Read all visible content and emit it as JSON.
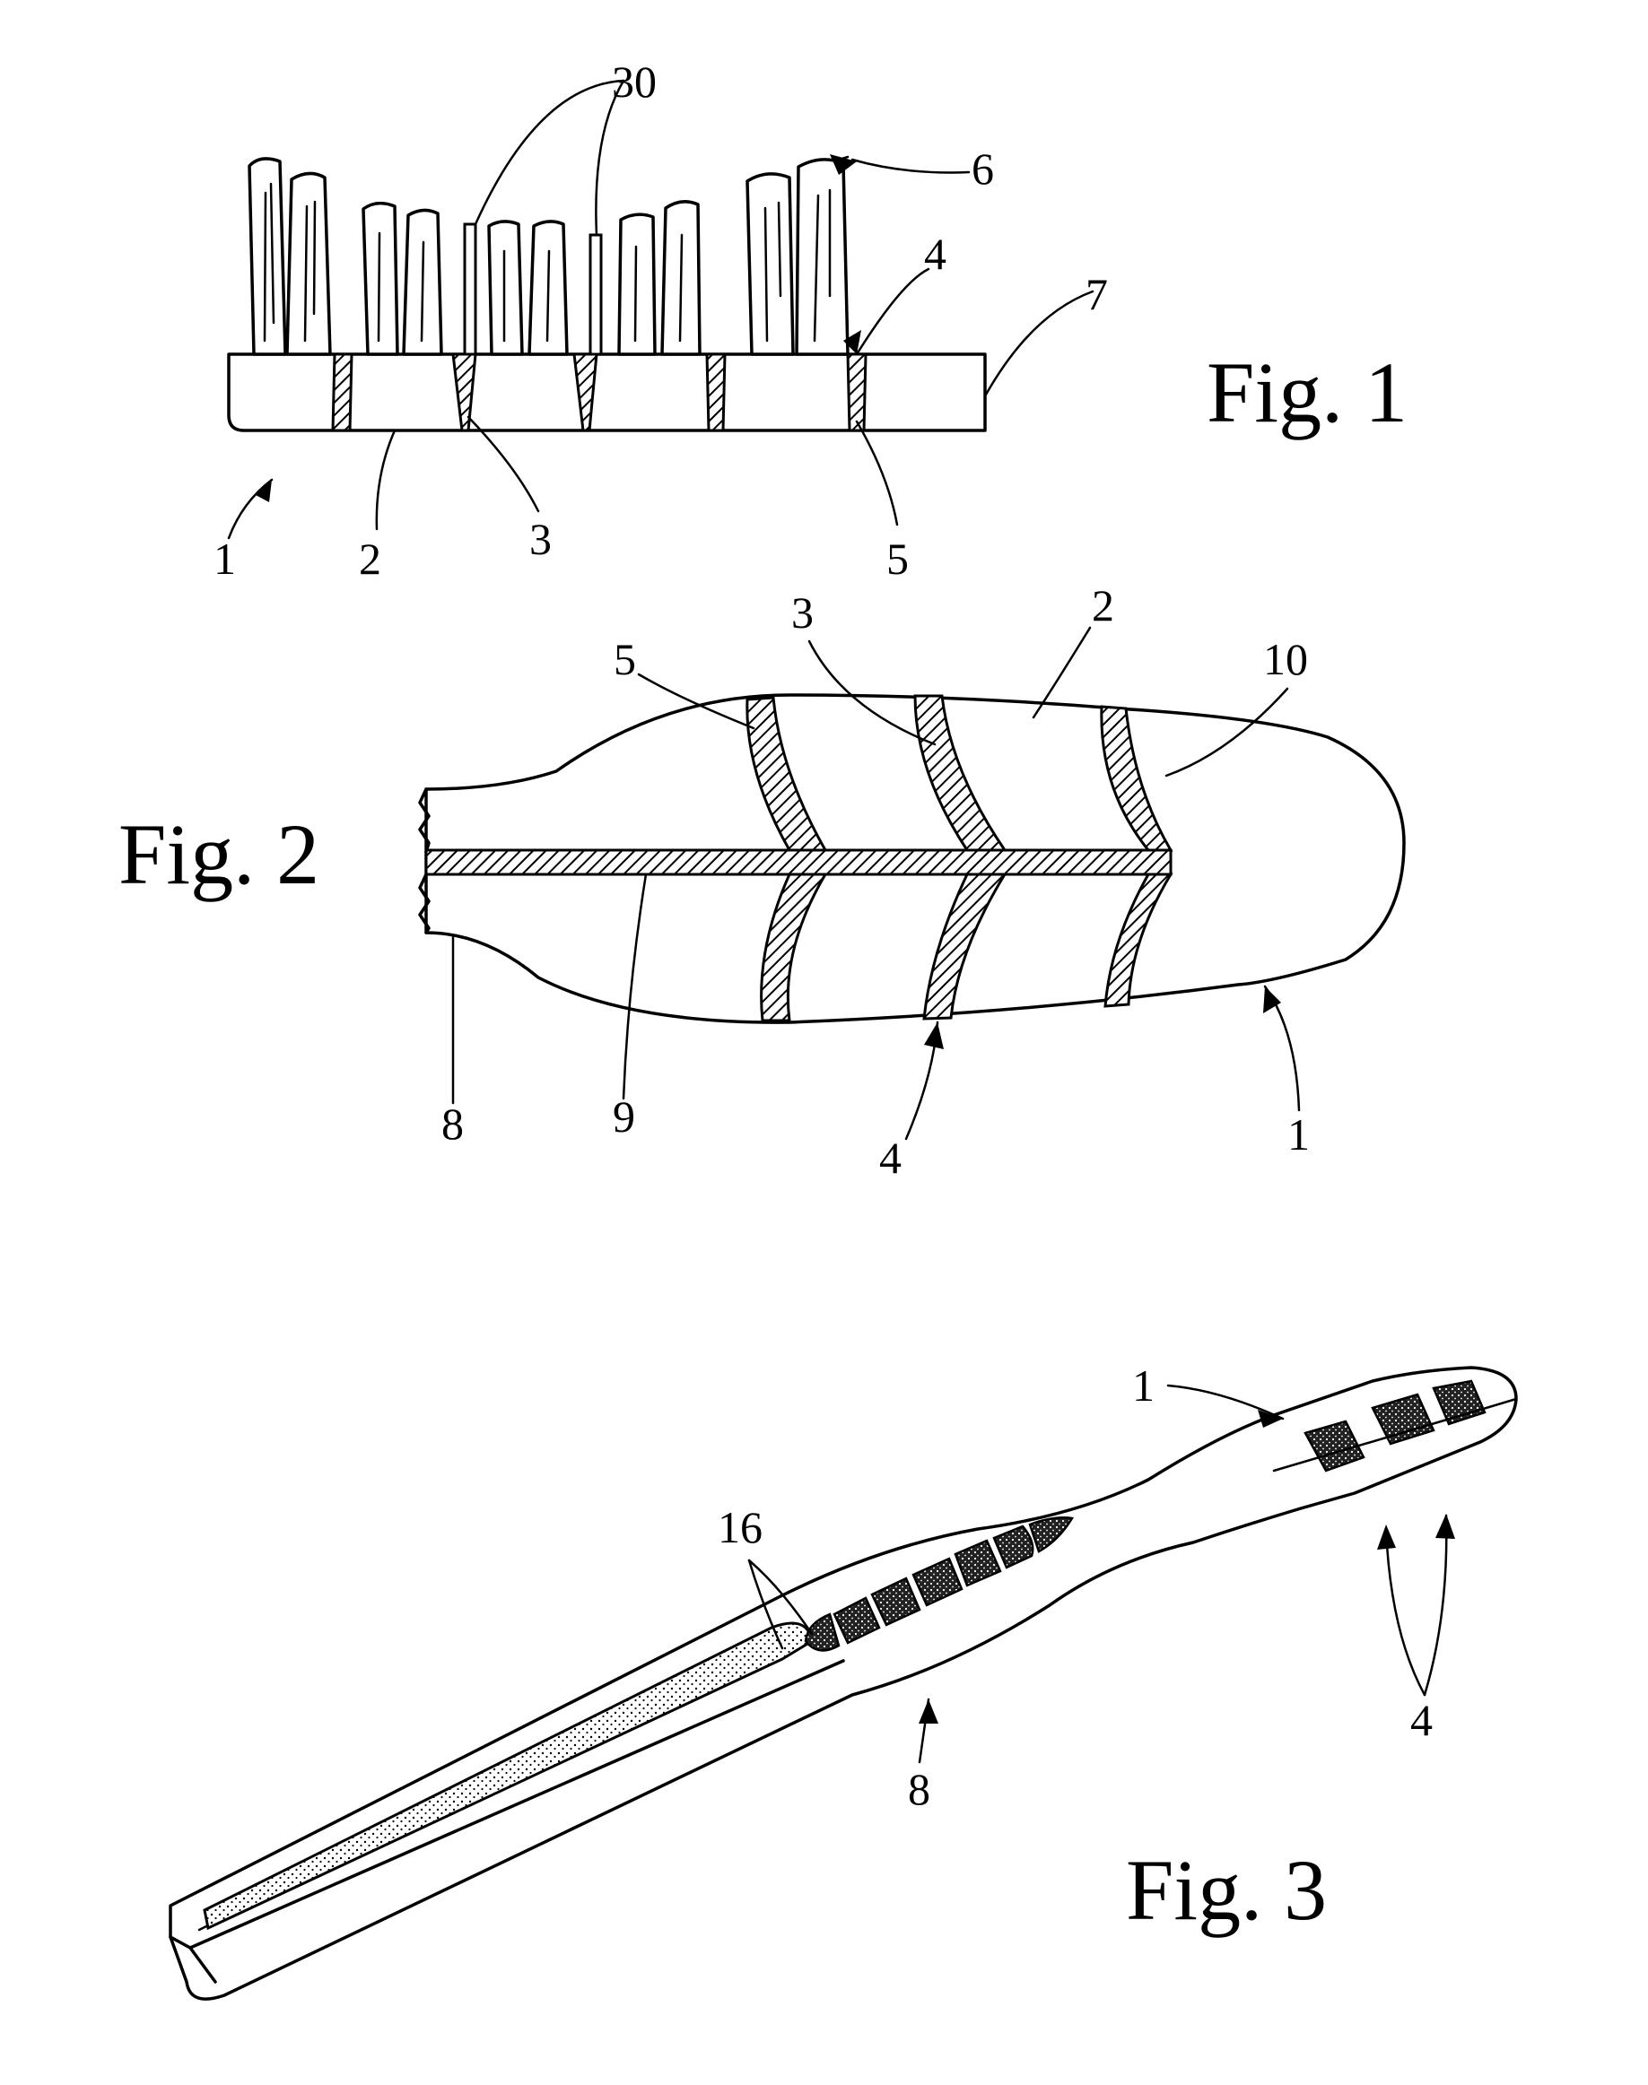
{
  "figures": [
    {
      "label": "Fig. 1",
      "references": [
        "30",
        "6",
        "4",
        "7",
        "1",
        "2",
        "3",
        "5"
      ]
    },
    {
      "label": "Fig. 2",
      "references": [
        "3",
        "2",
        "5",
        "10",
        "8",
        "9",
        "4",
        "1"
      ]
    },
    {
      "label": "Fig. 3",
      "references": [
        "1",
        "16",
        "4",
        "8"
      ]
    }
  ]
}
